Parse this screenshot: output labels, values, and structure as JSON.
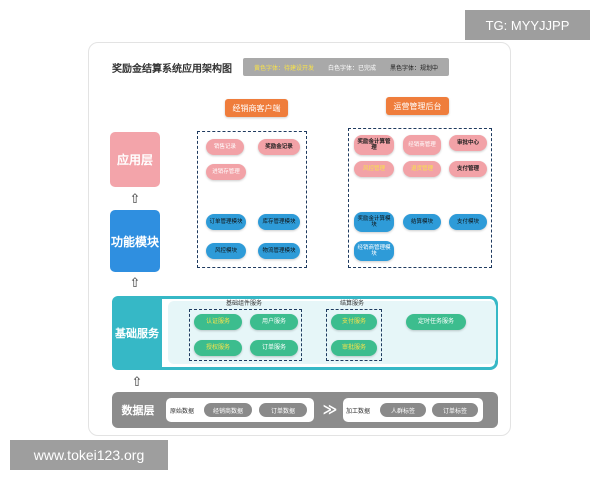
{
  "watermark_top": "TG: MYYJJPP",
  "watermark_bottom": "www.tokei123.org",
  "title": "奖励金结算系统应用架构图",
  "legend": {
    "yellow": "黄色字体：待建设开发",
    "white": "白色字体：已完成",
    "black": "黑色字体：规划中"
  },
  "headers": {
    "client": "经销商客户端",
    "admin": "运营管理后台"
  },
  "layers": {
    "app": "应用层",
    "func": "功能模块",
    "base": "基础服务",
    "data": "数据层"
  },
  "client_app": [
    "销售记录",
    "奖励金记录",
    "进销存管理"
  ],
  "client_func": [
    "订单管理模块",
    "库存管理模块",
    "风控模块",
    "物流管理模块"
  ],
  "admin_app": [
    "奖励金计算管理",
    "经销商管理",
    "审批中心",
    "风控管理",
    "退货管理",
    "支付管理"
  ],
  "admin_func": [
    "奖励金计算模块",
    "结算模块",
    "支付模块",
    "经销商管理模块"
  ],
  "base_services": {
    "group1_label": "基础组件服务",
    "group2_label": "结算服务",
    "items": [
      "认证服务",
      "用户服务",
      "授权服务",
      "订单服务",
      "支付服务",
      "审批服务",
      "定时任务服务"
    ]
  },
  "data_layer": {
    "raw_label": "原始数据",
    "raw_items": [
      "经销商数据",
      "订单数据"
    ],
    "processed_label": "加工数据",
    "processed_items": [
      "人群标签",
      "订单标签"
    ],
    "arrow": "≫"
  },
  "colors": {
    "orange_header": "#ef7d3c",
    "pink": "#f2a2a7",
    "blue": "#2e9bd8",
    "teal": "#36b8c6",
    "green": "#3cbd8e",
    "gray": "#8c8c8c"
  }
}
